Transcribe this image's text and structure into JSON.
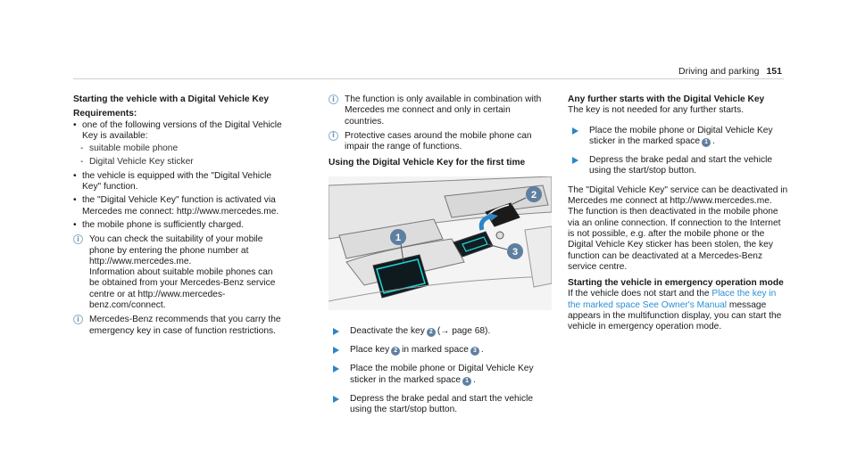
{
  "header": {
    "title": "Driving and parking",
    "page_number": "151"
  },
  "col1": {
    "heading": "Starting the vehicle with a Digital Vehicle Key",
    "requirements_label": "Requirements:",
    "bullet1": "one of the following versions of the Digital Vehicle Key is available:",
    "sub1": "suitable mobile phone",
    "sub2": "Digital Vehicle Key sticker",
    "bullet2": "the vehicle is equipped with the \"Digital Vehicle Key\" function.",
    "bullet3": "the \"Digital Vehicle Key\" function is activated via Mercedes me connect: http://www.mercedes.me.",
    "bullet4": "the mobile phone is sufficiently charged.",
    "note1a": "You can check the suitability of your mobile phone by entering the phone number at http://www.mercedes.me.",
    "note1b": "Information about suitable mobile phones can be obtained from your Mercedes-Benz service centre or at http://www.mercedes-benz.com/connect.",
    "note2": "Mercedes-Benz recommends that you carry the emergency key in case of function restrictions."
  },
  "col2": {
    "note1": "The function is only available in combination with Mercedes me connect and only in certain countries.",
    "note2": "Protective cases around the mobile phone can impair the range of functions.",
    "heading": "Using the Digital Vehicle Key for the first time",
    "callouts": [
      "1",
      "2",
      "3"
    ],
    "step1_pre": "Deactivate the key",
    "step1_num": "2",
    "step1_post": "(→ page 68).",
    "step2_pre": "Place key",
    "step2_num": "2",
    "step2_mid": "in marked space",
    "step2_num2": "3",
    "step2_post": ".",
    "step3_pre": "Place the mobile phone or Digital Vehicle Key sticker in the marked space",
    "step3_num": "1",
    "step3_post": ".",
    "step4": "Depress the brake pedal and start the vehicle using the start/stop button."
  },
  "col3": {
    "heading": "Any further starts with the Digital Vehicle Key",
    "intro": "The key is not needed for any further starts.",
    "step1_pre": "Place the mobile phone or Digital Vehicle Key sticker in the marked space",
    "step1_num": "1",
    "step1_post": ".",
    "step2": "Depress the brake pedal and start the vehicle using the start/stop button.",
    "para": "The \"Digital Vehicle Key\" service can be deactivated in Mercedes me connect at http://www.mercedes.me. The function is then deactivated in the mobile phone via an online connection. If connection to the Internet is not possible, e.g. after the mobile phone or the Digital Vehicle Key sticker has been stolen, the key function can be deactivated at a Mercedes-Benz service centre.",
    "heading2": "Starting the vehicle in emergency operation mode",
    "em_pre": "If the vehicle does not start and the",
    "em_link": "Place the key in the marked space See Owner's Manual",
    "em_post": "message appears in the multifunction display, you can start the vehicle in emergency operation mode."
  },
  "colors": {
    "accent": "#2d86c4",
    "callout": "#5f7fa0",
    "link": "#2a8fd4"
  },
  "icons": [
    "info-icon",
    "arrow-right-icon"
  ]
}
